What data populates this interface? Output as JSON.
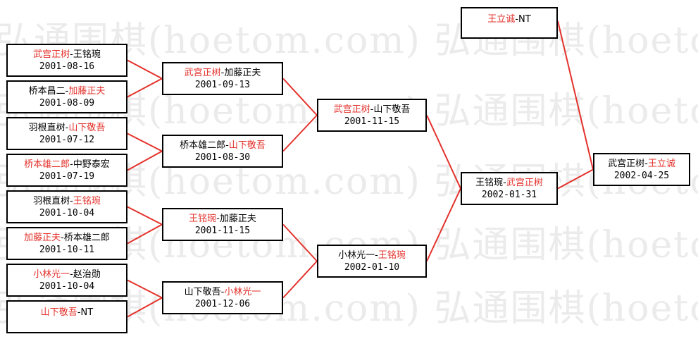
{
  "watermark": {
    "text": "弘通围棋(hoetom.com) 弘通围棋(hoetom.com) 弘通围棋(hoetom.com)"
  },
  "colors": {
    "winner": "#e4312b",
    "line": "#e4312b",
    "text": "#000000",
    "border": "#000000"
  },
  "matches": [
    {
      "id": "r1m1",
      "p1": "武宫正树",
      "p2": "王铭琬",
      "sep": "-",
      "winner": 1,
      "date": "2001-08-16"
    },
    {
      "id": "r1m2",
      "p1": "桥本昌二",
      "p2": "加藤正夫",
      "sep": "-",
      "winner": 2,
      "date": "2001-08-09"
    },
    {
      "id": "r1m3",
      "p1": "羽根直树",
      "p2": "山下敬吾",
      "sep": "-",
      "winner": 2,
      "date": "2001-07-12"
    },
    {
      "id": "r1m4",
      "p1": "桥本雄二郎",
      "p2": "中野泰宏",
      "sep": "-",
      "winner": 1,
      "date": "2001-07-19"
    },
    {
      "id": "r1m5",
      "p1": "羽根直树",
      "p2": "王铭琬",
      "sep": "-",
      "winner": 2,
      "date": "2001-10-04"
    },
    {
      "id": "r1m6",
      "p1": "加藤正夫",
      "p2": "桥本雄二郎",
      "sep": "-",
      "winner": 1,
      "date": "2001-10-11"
    },
    {
      "id": "r1m7",
      "p1": "小林光一",
      "p2": "赵治勋",
      "sep": "-",
      "winner": 1,
      "date": "2001-10-04"
    },
    {
      "id": "r1m8",
      "p1": "山下敬吾",
      "p2": "NT",
      "sep": "-",
      "winner": 1,
      "date": ""
    },
    {
      "id": "r2m1",
      "p1": "武宫正树",
      "p2": "加藤正夫",
      "sep": "-",
      "winner": 1,
      "date": "2001-09-13"
    },
    {
      "id": "r2m2",
      "p1": "桥本雄二郎",
      "p2": "山下敬吾",
      "sep": "-",
      "winner": 2,
      "date": "2001-08-30"
    },
    {
      "id": "r2m3",
      "p1": "王铭琬",
      "p2": "加藤正夫",
      "sep": "-",
      "winner": 1,
      "date": "2001-11-15"
    },
    {
      "id": "r2m4",
      "p1": "山下敬吾",
      "p2": "小林光一",
      "sep": "-",
      "winner": 2,
      "date": "2001-12-06"
    },
    {
      "id": "r3m1",
      "p1": "武宫正树",
      "p2": "山下敬吾",
      "sep": "-",
      "winner": 1,
      "date": "2001-11-15"
    },
    {
      "id": "r3m2",
      "p1": "小林光一",
      "p2": "王铭琬",
      "sep": "-",
      "winner": 2,
      "date": "2002-01-10"
    },
    {
      "id": "semi",
      "p1": "王铭琬",
      "p2": "武宫正树",
      "sep": "-",
      "winner": 2,
      "date": "2002-01-31"
    },
    {
      "id": "seed",
      "p1": "王立诚",
      "p2": "NT",
      "sep": "-",
      "winner": 1,
      "date": ""
    },
    {
      "id": "final",
      "p1": "武宫正树",
      "p2": "王立诚",
      "sep": "-",
      "winner": 2,
      "date": "2002-04-25"
    }
  ]
}
